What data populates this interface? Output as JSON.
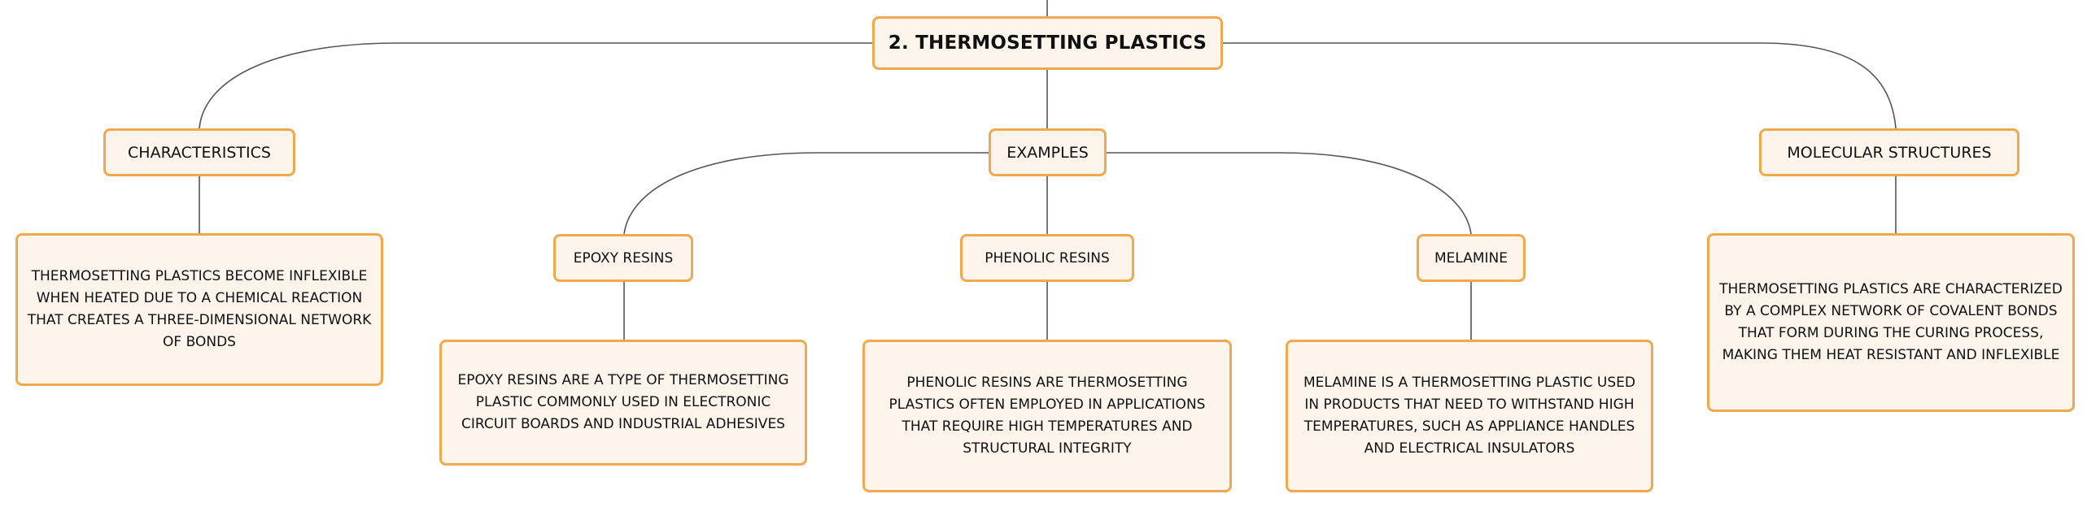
{
  "root": {
    "label": "2. THERMOSETTING PLASTICS"
  },
  "branches": {
    "characteristics": {
      "label": "CHARACTERISTICS",
      "description": "THERMOSETTING PLASTICS BECOME INFLEXIBLE WHEN HEATED DUE TO A CHEMICAL REACTION THAT CREATES A THREE-DIMENSIONAL NETWORK OF BONDS"
    },
    "examples": {
      "label": "EXAMPLES",
      "items": [
        {
          "label": "EPOXY RESINS",
          "description": "EPOXY RESINS ARE A TYPE OF THERMOSETTING PLASTIC COMMONLY USED IN ELECTRONIC CIRCUIT BOARDS AND INDUSTRIAL ADHESIVES"
        },
        {
          "label": "PHENOLIC RESINS",
          "description": "PHENOLIC RESINS ARE THERMOSETTING PLASTICS OFTEN EMPLOYED IN APPLICATIONS THAT REQUIRE HIGH TEMPERATURES AND STRUCTURAL INTEGRITY"
        },
        {
          "label": "MELAMINE",
          "description": "MELAMINE IS A THERMOSETTING PLASTIC USED IN PRODUCTS THAT NEED TO WITHSTAND HIGH TEMPERATURES, SUCH AS APPLIANCE HANDLES AND ELECTRICAL INSULATORS"
        }
      ]
    },
    "molecular_structures": {
      "label": "MOLECULAR STRUCTURES",
      "description": "THERMOSETTING PLASTICS ARE CHARACTERIZED BY A COMPLEX NETWORK OF COVALENT BONDS THAT FORM DURING THE CURING PROCESS, MAKING THEM HEAT RESISTANT AND INFLEXIBLE"
    }
  },
  "colors": {
    "node_fill": "#fdf4ec",
    "node_border": "#f0a94e",
    "connector": "#555555",
    "text": "#111111"
  }
}
